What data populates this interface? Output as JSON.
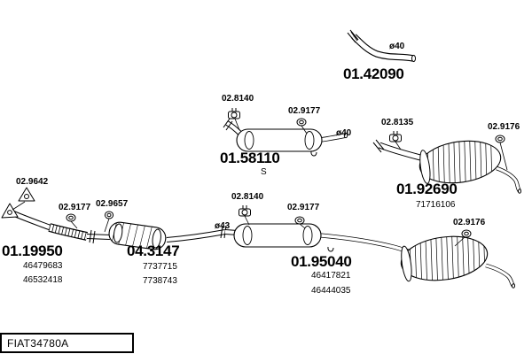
{
  "colors": {
    "background": "#ffffff",
    "line": "#000000",
    "text": "#000000"
  },
  "footer": {
    "drawing_code": "FIAT34780A"
  },
  "parts": [
    {
      "code": "01.42090"
    },
    {
      "code": "01.58110",
      "variant": "S"
    },
    {
      "code": "01.92690",
      "oem": [
        "71716106"
      ]
    },
    {
      "code": "01.19950",
      "oem": [
        "46479683",
        "46532418"
      ]
    },
    {
      "code": "04.3147",
      "oem": [
        "7737715",
        "7738743"
      ]
    },
    {
      "code": "01.95040",
      "oem": [
        "46417821",
        "46444035"
      ]
    }
  ],
  "fittings": [
    {
      "code": "02.8140",
      "type": "clamp"
    },
    {
      "code": "02.9177",
      "type": "ring"
    },
    {
      "code": "02.8135",
      "type": "clamp"
    },
    {
      "code": "02.9176",
      "type": "ring"
    },
    {
      "code": "02.9642",
      "type": "gasket"
    },
    {
      "code": "02.9177",
      "type": "ring"
    },
    {
      "code": "02.9657",
      "type": "washer"
    },
    {
      "code": "02.8140",
      "type": "clamp"
    },
    {
      "code": "02.9177",
      "type": "ring"
    },
    {
      "code": "02.9176",
      "type": "ring"
    }
  ],
  "diameter_labels": [
    "ø40",
    "ø40",
    "ø43"
  ]
}
